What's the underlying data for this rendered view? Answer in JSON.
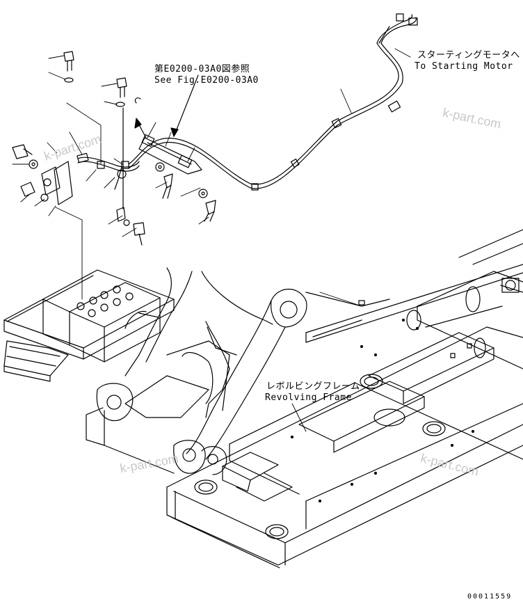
{
  "callouts": {
    "see_fig_jp": "第E0200-03A0図参照",
    "see_fig_en": "See Fig.E0200-03A0",
    "starter_jp": "スターティングモータへ",
    "starter_en": "To Starting Motor",
    "frame_jp": "レボルビングフレーム",
    "frame_en": "Revolving Frame"
  },
  "watermarks": [
    "k-part.com",
    "k-part.com",
    "k-part.com",
    "k-part.com"
  ],
  "drawing_number": "00011559",
  "colors": {
    "line": "#000000",
    "watermark": "#c8c8c8",
    "background": "#ffffff"
  }
}
